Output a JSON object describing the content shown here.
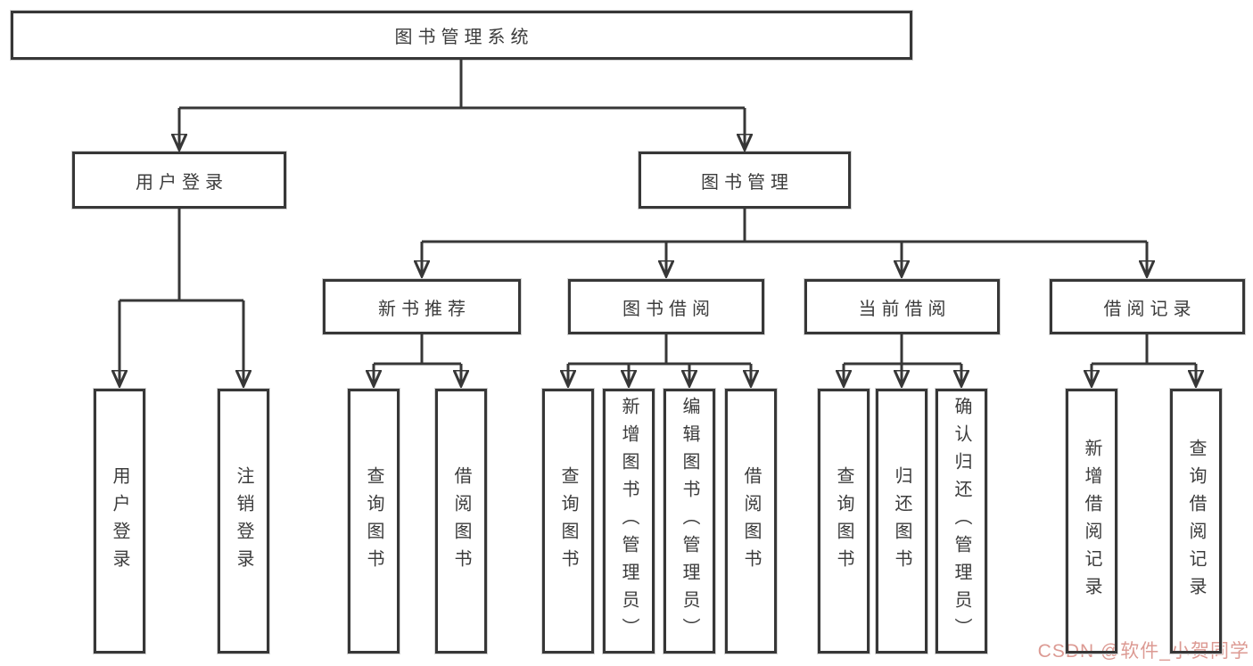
{
  "diagram_title": "图书管理系统",
  "structure": {
    "label": "图书管理系统",
    "children": [
      {
        "label": "用户登录",
        "children": [
          {
            "label": "用户登录"
          },
          {
            "label": "注销登录"
          }
        ]
      },
      {
        "label": "图书管理",
        "children": [
          {
            "label": "新书推荐",
            "children": [
              {
                "label": "查询图书"
              },
              {
                "label": "借阅图书"
              }
            ]
          },
          {
            "label": "图书借阅",
            "children": [
              {
                "label": "查询图书"
              },
              {
                "label": "新增图书（管理员）"
              },
              {
                "label": "编辑图书（管理员）"
              },
              {
                "label": "借阅图书"
              }
            ]
          },
          {
            "label": "当前借阅",
            "children": [
              {
                "label": "查询图书"
              },
              {
                "label": "归还图书"
              },
              {
                "label": "确认归还（管理员）"
              }
            ]
          },
          {
            "label": "借阅记录",
            "children": [
              {
                "label": "新增借阅记录"
              },
              {
                "label": "查询借阅记录"
              }
            ]
          }
        ]
      }
    ]
  },
  "watermark": {
    "text": "CSDN @软件_小贺同学",
    "color": "#dc9a93"
  },
  "colors": {
    "line": "#373737",
    "node_border": "#373737",
    "text": "#3c3c3c",
    "background": "#ffffff"
  }
}
